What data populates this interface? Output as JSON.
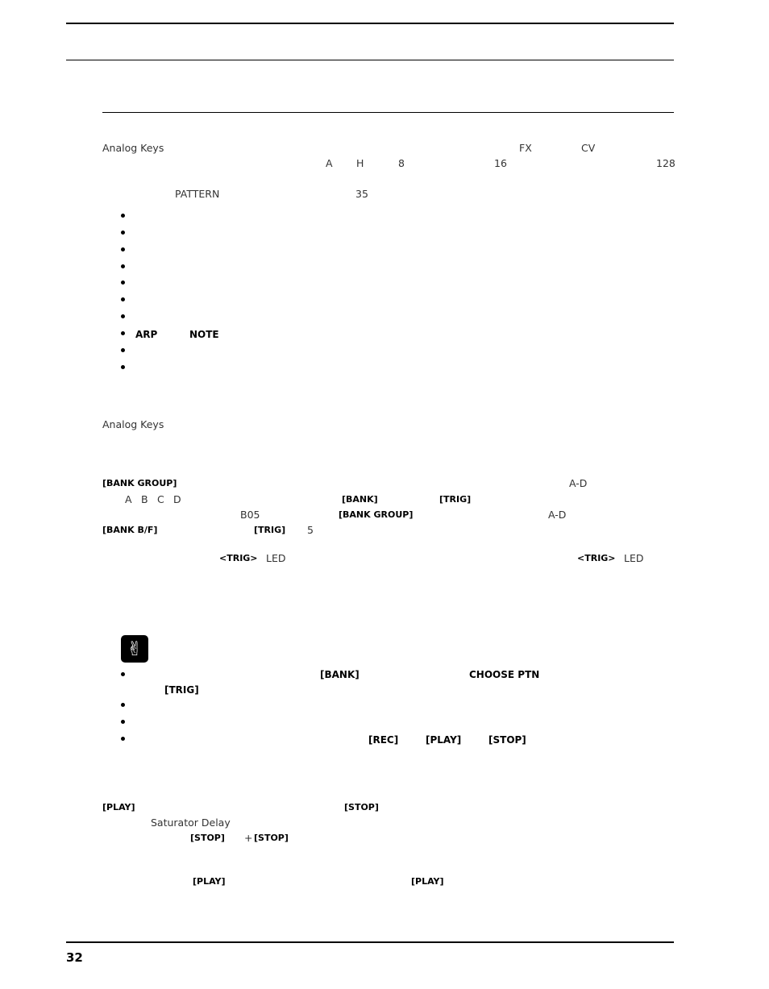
{
  "intro": {
    "product": "Analog Keys",
    "fx": "FX",
    "cv": "CV",
    "bank_a": "A",
    "bank_h": "H",
    "count_8": "8",
    "count_16": "16",
    "count_128": "128",
    "pattern": "PATTERN",
    "page_ref": "35"
  },
  "bullets": {
    "arp": "ARP",
    "note": "NOTE"
  },
  "section2": {
    "product": "Analog Keys"
  },
  "select": {
    "bank_group": "[BANK GROUP]",
    "range_ad": "A-D",
    "a": "A",
    "b": "B",
    "c": "C",
    "d": "D",
    "bank": "[BANK]",
    "trig": "[TRIG]",
    "b05": "B05",
    "bank_group2": "[BANK GROUP]",
    "range_ad2": "A-D",
    "bank_bf": "[BANK B/F]",
    "trig2": "[TRIG]",
    "five": "5",
    "trig_key": "<TRIG>",
    "led": "LED",
    "trig_key2": "<TRIG>",
    "led2": "LED"
  },
  "tips": {
    "icon": "✌",
    "bank": "[BANK]",
    "choose_ptn": "CHOOSE PTN",
    "trig": "[TRIG]",
    "rec": "[REC]",
    "play": "[PLAY]",
    "stop": "[STOP]"
  },
  "playback": {
    "play": "[PLAY]",
    "stop": "[STOP]",
    "saturator": "Saturator Delay",
    "stop2": "[STOP]",
    "plus": "+",
    "stop3": "[STOP]",
    "play2": "[PLAY]",
    "play3": "[PLAY]"
  },
  "footer": {
    "page_number": "32"
  }
}
